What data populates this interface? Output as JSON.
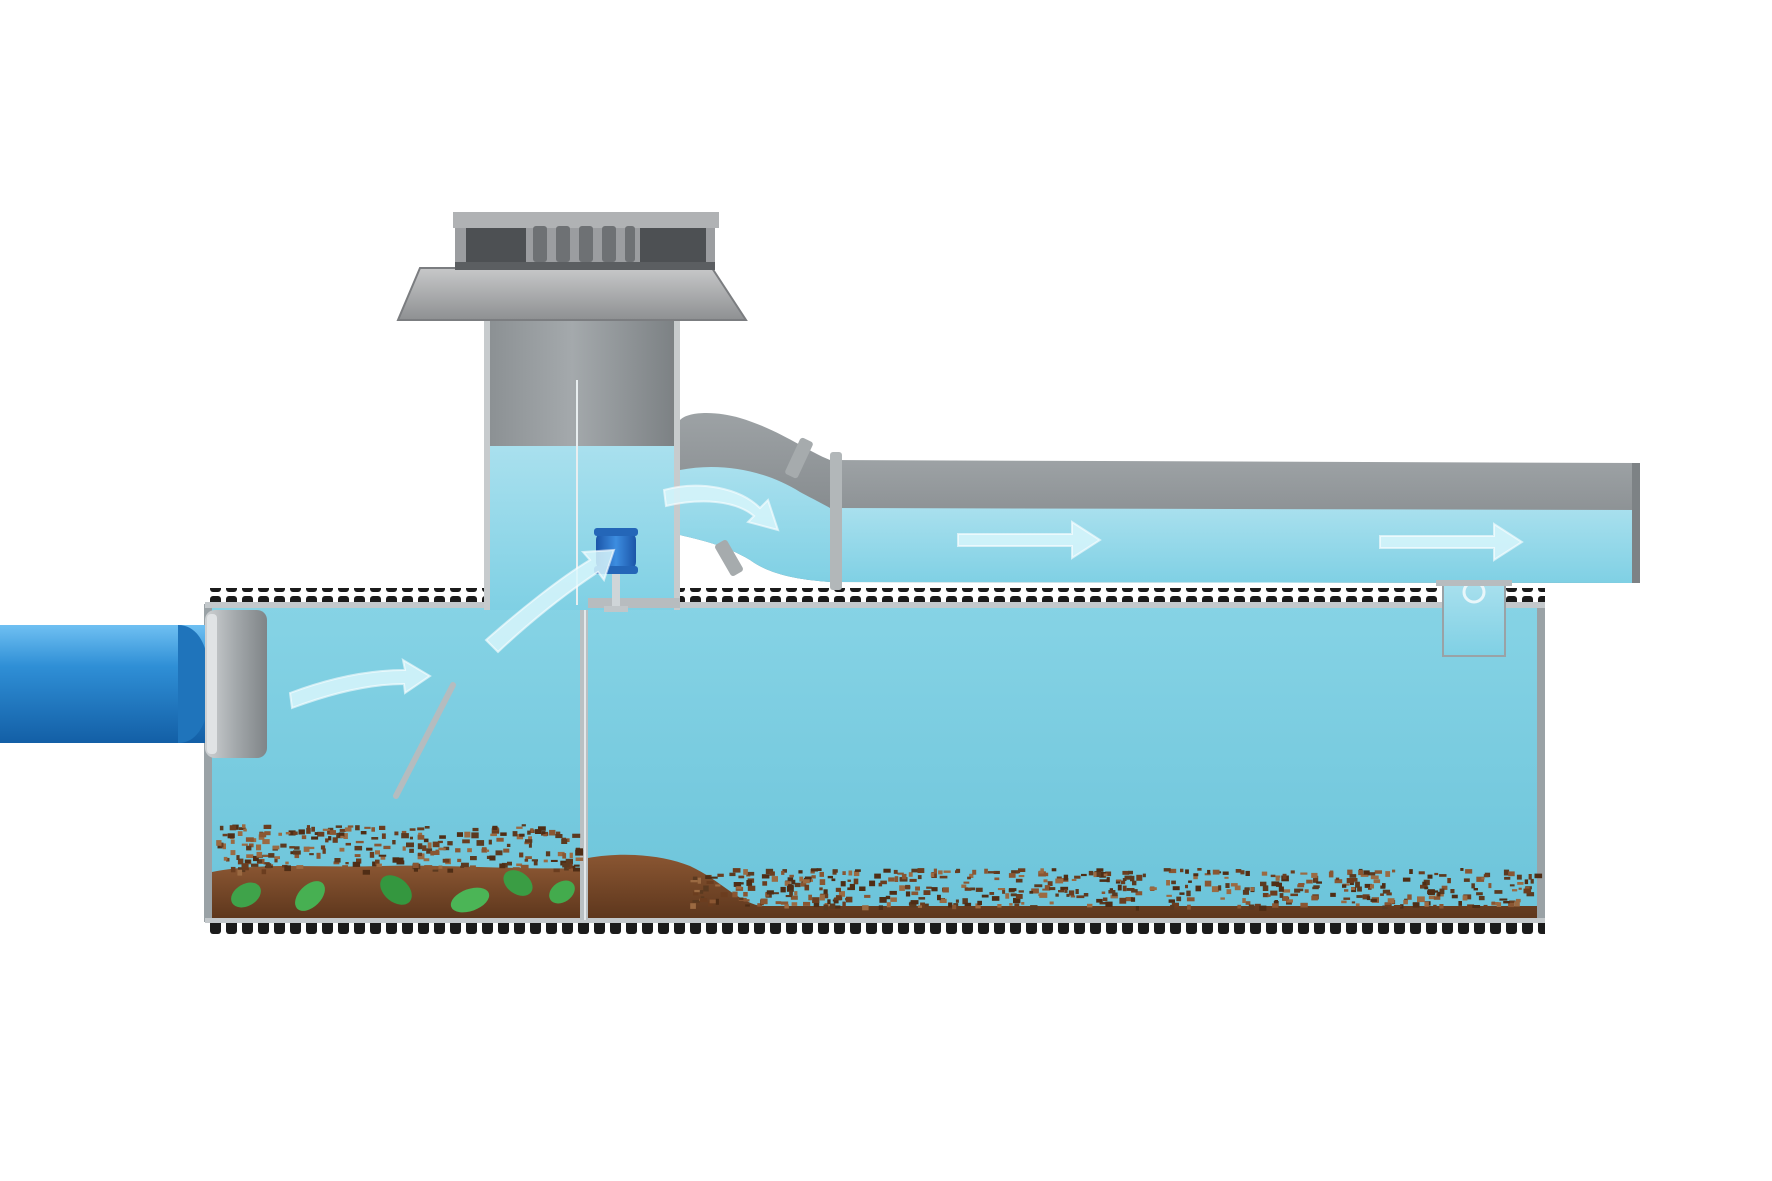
{
  "diagram": {
    "kind": "stormwater-sediment-separator-cross-section",
    "text_labels": [],
    "components": [
      "inlet-pipe",
      "inlet-coupling",
      "corrugated-tank",
      "inlet-chamber",
      "deflector-baffle",
      "interior-divider-wall",
      "settling-chamber",
      "vertical-riser",
      "surface-grate",
      "float-valve",
      "outlet-elbow",
      "outlet-pipe",
      "overflow-hood"
    ],
    "flow_direction": "left-to-right",
    "colors": {
      "water": "#7ccfe2",
      "water_light": "#b5e6f2",
      "inlet_pipe": "#2f8fd6",
      "gray_pipe": "#8e9396",
      "grate_frame": "#a8a9aa",
      "tank_rib": "#1b1b1b",
      "sediment": "#7a4a2a",
      "debris_leaf": "#3fa34a",
      "flow_arrow": "#d8f6fb",
      "float_valve": "#2a73c9"
    }
  }
}
